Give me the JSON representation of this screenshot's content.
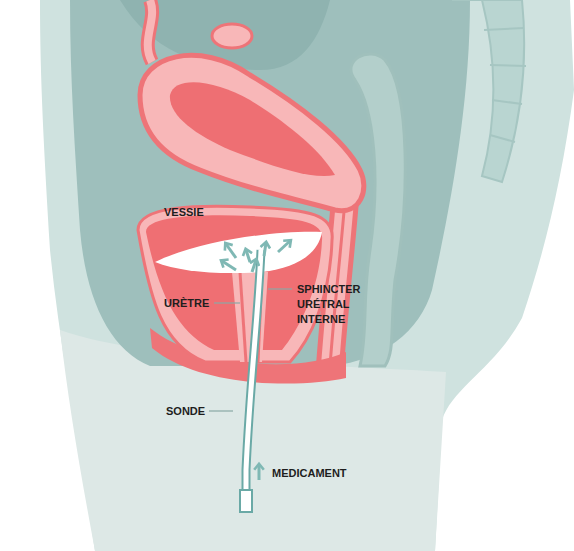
{
  "diagram": {
    "labels": [
      "VESSIE",
      "URÈTRE",
      "SPHINCTER URÉTRAL INTERNE",
      "SONDE",
      "MEDICAMENT"
    ]
  }
}
